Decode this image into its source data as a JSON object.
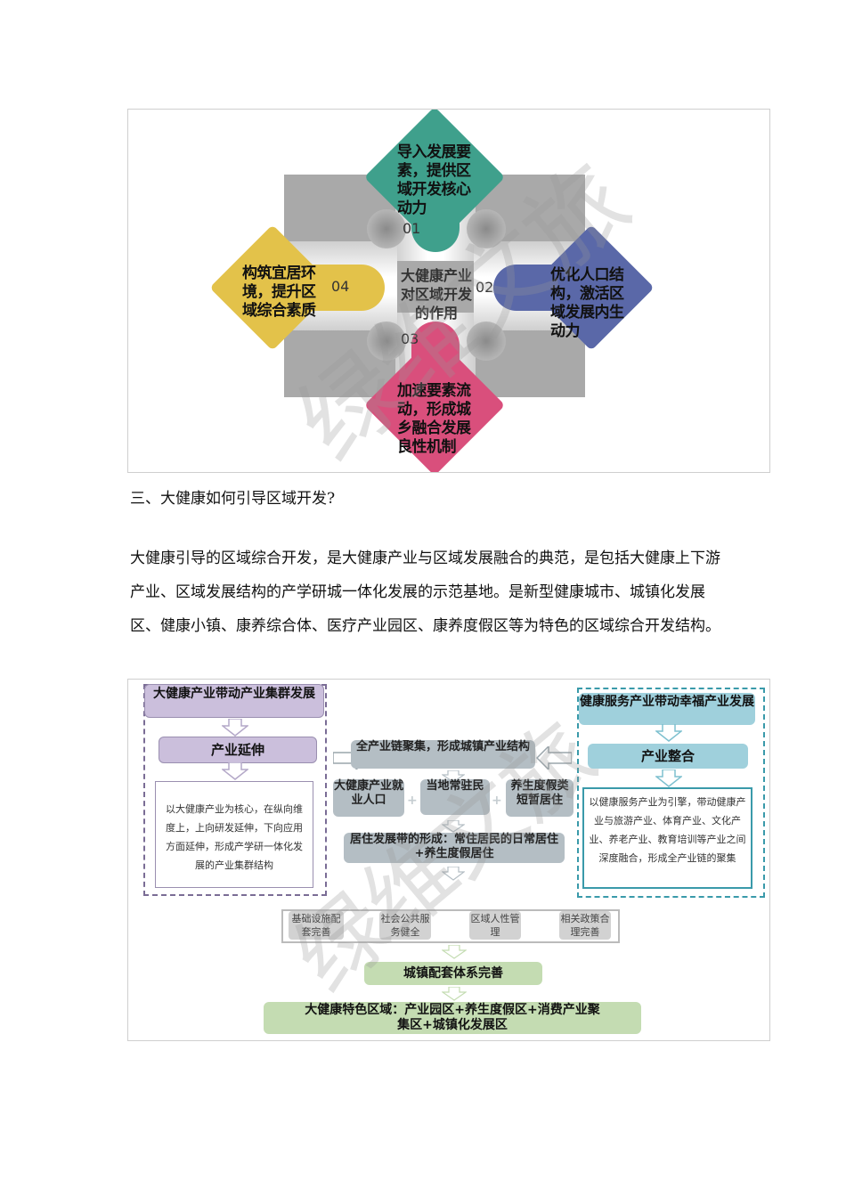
{
  "figure1": {
    "center": "大健康产业对区域开发的作用",
    "center_lines": [
      "大健康产业",
      "对区域开发",
      "的作用"
    ],
    "petals": [
      {
        "num": "01",
        "position": "top",
        "color": "#3fa08c",
        "lines": [
          "导入发展要",
          "素，提供区",
          "域开发核心",
          "动力"
        ]
      },
      {
        "num": "02",
        "position": "right",
        "color": "#5a68a8",
        "lines": [
          "优化人口结",
          "构，激活区",
          "域发展内生",
          "动力"
        ]
      },
      {
        "num": "03",
        "position": "bottom",
        "color": "#d94f7c",
        "lines": [
          "加速要素流",
          "动，形成城",
          "乡融合发展",
          "良性机制"
        ]
      },
      {
        "num": "04",
        "position": "left",
        "color": "#e3c24a",
        "lines": [
          "构筑宜居环",
          "境，提升区",
          "域综合素质"
        ]
      }
    ],
    "watermark": "绿维文旅"
  },
  "section": {
    "heading": "三、大健康如何引导区域开发?",
    "paragraph": "大健康引导的区域综合开发，是大健康产业与区域发展融合的典范，是包括大健康上下游产业、区域发展结构的产学研城一体化发展的示范基地。是新型健康城市、城镇化发展区、健康小镇、康养综合体、医疗产业园区、康养度假区等为特色的区域综合开发结构。"
  },
  "figure2": {
    "left": {
      "title": "大健康产业带动产业集群发展",
      "subtitle": "产业延伸",
      "description": "以大健康产业为核心，在纵向维度上，上向研发延伸，下向应用方面延伸，形成产学研一体化发展的产业集群结构",
      "color": "#cbbfdc",
      "border": "#7a6c95"
    },
    "right": {
      "title": "健康服务产业带动幸福产业发展",
      "subtitle": "产业整合",
      "description": "以健康服务产业为引擎，带动健康产业与旅游产业、体育产业、文化产业、养老产业、教育培训等产业之间深度融合，形成全产业链的聚集",
      "color": "#9fd0dc",
      "border": "#3a9aaa"
    },
    "center": {
      "top": "全产业链聚集，形成城镇产业结构",
      "population": [
        "大健康产业就业人口",
        "当地常驻民",
        "养生度假类短暂居住"
      ],
      "residence": "居住发展带的形成：常住居民的日常居住+养生度假居住"
    },
    "support": [
      "基础设施配套完善",
      "社会公共服务健全",
      "区域人性管理",
      "相关政策合理完善"
    ],
    "system": "城镇配套体系完善",
    "result": "大健康特色区域：产业园区+养生度假区+消费产业聚集区+城镇化发展区",
    "watermark": "绿维文旅"
  }
}
